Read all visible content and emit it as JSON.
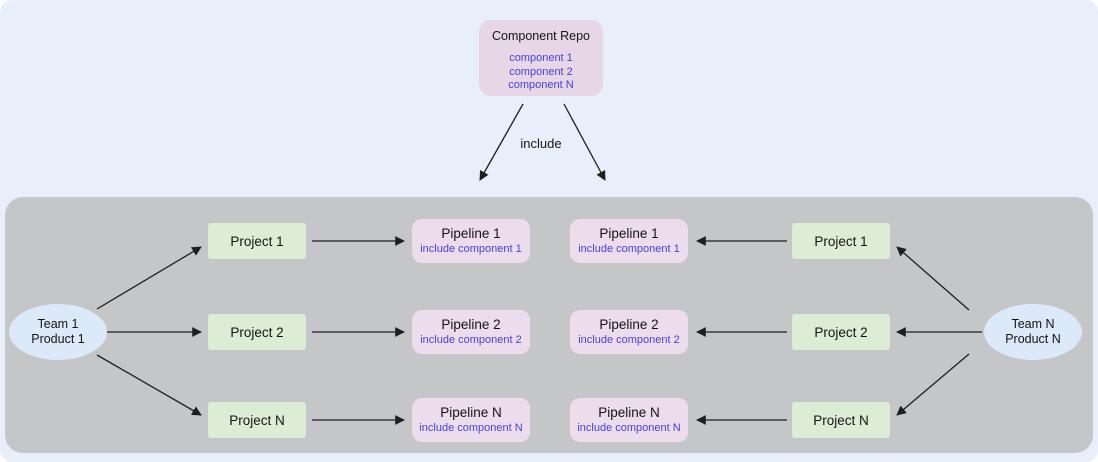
{
  "colors": {
    "page_bg": "#e9eefb",
    "panel_bg": "#c5c6c8",
    "repo_bg": "#e6d6e6",
    "pipeline_bg": "#eddcec",
    "project_bg": "#ddedd5",
    "team_bg": "#dbe9f8",
    "accent_blue": "#4343e0",
    "arrow": "#1f1f1f"
  },
  "repo": {
    "title": "Component Repo",
    "items": [
      "component 1",
      "component 2",
      "component N"
    ]
  },
  "include_label": "include",
  "teams": {
    "left": {
      "line1": "Team 1",
      "line2": "Product 1"
    },
    "right": {
      "line1": "Team N",
      "line2": "Product N"
    }
  },
  "projects": {
    "left": [
      "Project 1",
      "Project 2",
      "Project N"
    ],
    "right": [
      "Project 1",
      "Project 2",
      "Project N"
    ]
  },
  "pipelines": {
    "left": [
      {
        "title": "Pipeline 1",
        "subtitle": "include component 1"
      },
      {
        "title": "Pipeline 2",
        "subtitle": "include component 2"
      },
      {
        "title": "Pipeline N",
        "subtitle": "include component N"
      }
    ],
    "right": [
      {
        "title": "Pipeline 1",
        "subtitle": "include component 1"
      },
      {
        "title": "Pipeline 2",
        "subtitle": "include component 2"
      },
      {
        "title": "Pipeline N",
        "subtitle": "include component N"
      }
    ]
  }
}
